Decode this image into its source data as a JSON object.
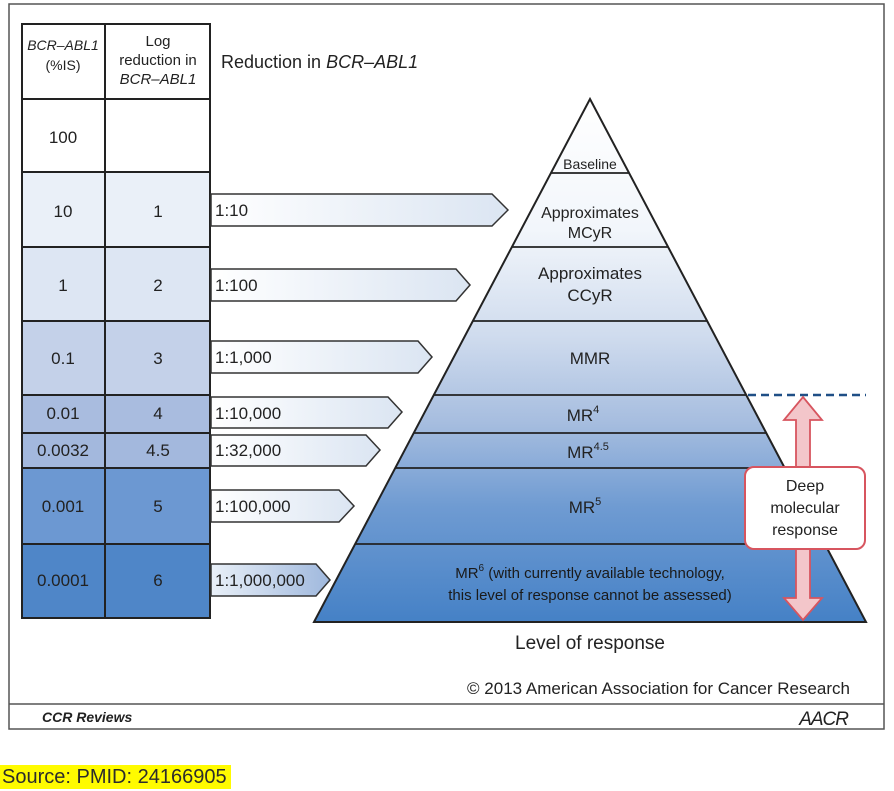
{
  "header": {
    "col1_line1": "BCR–ABL1",
    "col1_line2": "(%IS)",
    "col2_line1": "Log",
    "col2_line2": "reduction in",
    "col2_line3": "BCR–ABL1",
    "reduction_prefix": "Reduction in ",
    "reduction_gene": "BCR–ABL1"
  },
  "rows": [
    {
      "pct": "100",
      "log": "",
      "ratio": ""
    },
    {
      "pct": "10",
      "log": "1",
      "ratio": "1:10"
    },
    {
      "pct": "1",
      "log": "2",
      "ratio": "1:100"
    },
    {
      "pct": "0.1",
      "log": "3",
      "ratio": "1:1,000"
    },
    {
      "pct": "0.01",
      "log": "4",
      "ratio": "1:10,000"
    },
    {
      "pct": "0.0032",
      "log": "4.5",
      "ratio": "1:32,000"
    },
    {
      "pct": "0.001",
      "log": "5",
      "ratio": "1:100,000"
    },
    {
      "pct": "0.0001",
      "log": "6",
      "ratio": "1:1,000,000"
    }
  ],
  "pyramid": {
    "baseline": "Baseline",
    "mcyr_line1": "Approximates",
    "mcyr_line2": "MCyR",
    "ccyr_line1": "Approximates",
    "ccyr_line2": "CCyR",
    "mmr": "MMR",
    "mr4": "MR",
    "mr4_sup": "4",
    "mr45": "MR",
    "mr45_sup": "4.5",
    "mr5": "MR",
    "mr5_sup": "5",
    "mr6_base": "MR",
    "mr6_sup": "6",
    "mr6_rest": " (with currently available technology,",
    "mr6_line2": "this level of response cannot be assessed)"
  },
  "deep_response": {
    "line1": "Deep",
    "line2": "molecular",
    "line3": "response"
  },
  "level_label": "Level of response",
  "copyright": "© 2013 American Association for Cancer Research",
  "journal": "CCR Reviews",
  "publisher_logo": "AACR",
  "source_note": "Source:  PMID: 24166905",
  "colors": {
    "border": "#222222",
    "row_white": "#ffffff",
    "row_pale": "#eaf0f8",
    "row_light": "#dde6f3",
    "row_mid": "#c4d1e9",
    "row_med": "#a9bcdf",
    "row_deep": "#6c98d2",
    "row_dark": "#4f86c8",
    "deep_arrow": "#e57f87",
    "source_highlight": "#fffb00"
  }
}
